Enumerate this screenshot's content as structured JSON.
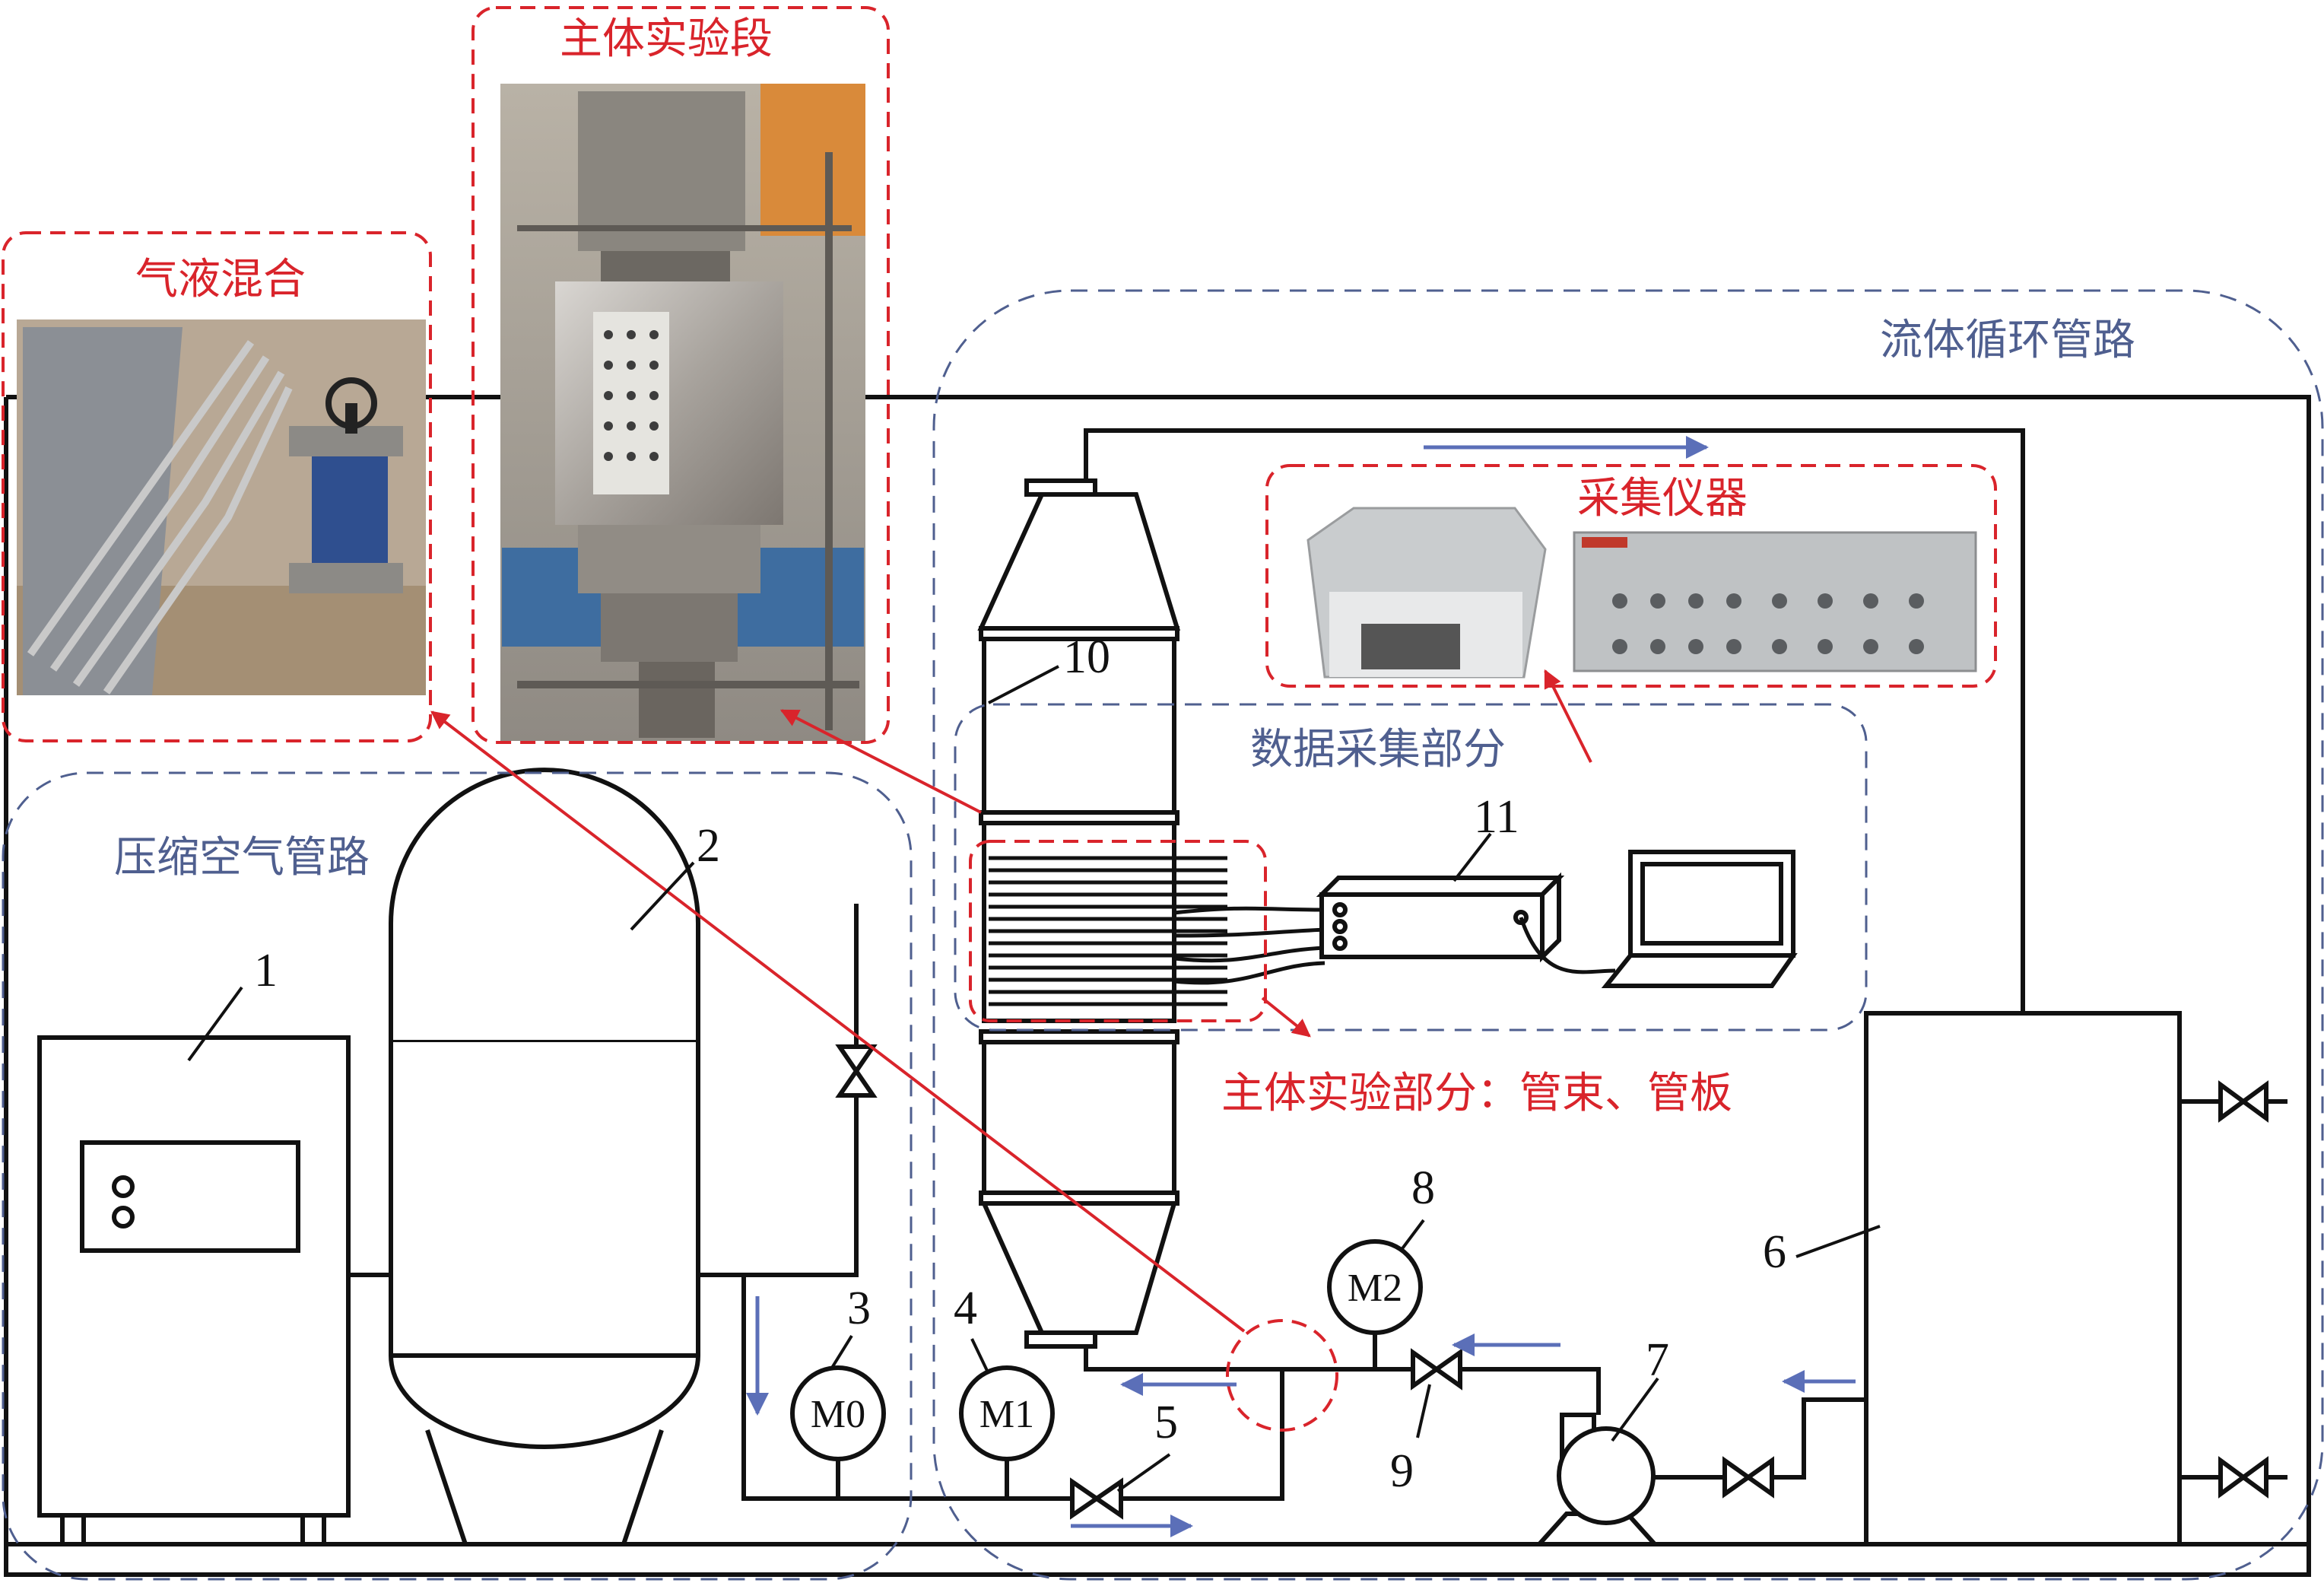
{
  "colors": {
    "pipe": "#111111",
    "annotation_red": "#d9242b",
    "section_blue": "#4f5f8f",
    "flow_arrow": "#5b6fb8"
  },
  "photo_labels": {
    "gas_liquid_mixing": "气液混合",
    "main_test_section": "主体实验段",
    "acquisition_instrument": "采集仪器"
  },
  "section_labels": {
    "compressed_air_pipeline": "压缩空气管路",
    "fluid_circulation_pipeline": "流体循环管路",
    "data_acquisition_part": "数据采集部分"
  },
  "annotations": {
    "main_experiment_part": "主体实验部分：管束、管板"
  },
  "component_numbers": [
    "1",
    "2",
    "3",
    "4",
    "5",
    "6",
    "7",
    "8",
    "9",
    "10",
    "11"
  ],
  "meters": {
    "m0": "M0",
    "m1": "M1",
    "m2": "M2"
  },
  "photos": {
    "gas_liquid_mixing_photo": "photo-placeholder",
    "main_test_section_photo": "photo-placeholder",
    "acquisition_instrument_photo": "photo-placeholder"
  }
}
